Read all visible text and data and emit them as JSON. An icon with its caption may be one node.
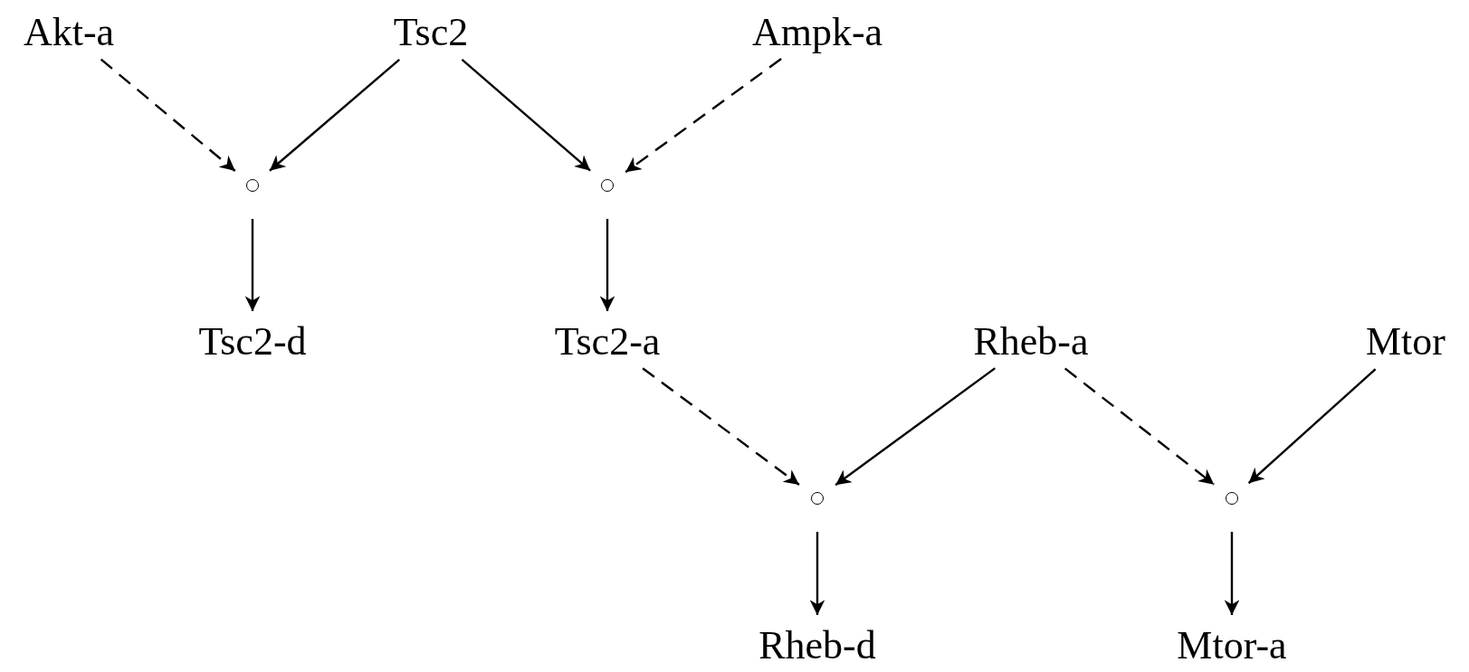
{
  "diagram": {
    "nodes": [
      {
        "text": [
          "Akt-a"
        ]
      },
      {
        "text": [
          "Tsc2"
        ]
      },
      {
        "text": [
          "Ampk-a"
        ]
      },
      {
        "text": [],
        "shape": "circle"
      },
      {
        "text": [],
        "shape": "circle"
      },
      {
        "text": [
          "Tsc2-d"
        ]
      },
      {
        "text": [
          "Tsc2-a"
        ]
      },
      {
        "text": [
          "Rheb-a"
        ]
      },
      {
        "text": [
          "Mtor"
        ]
      },
      {
        "text": [],
        "shape": "circle"
      },
      {
        "text": [],
        "shape": "circle"
      },
      {
        "text": [
          "Rheb-d"
        ]
      },
      {
        "text": [
          "Mtor-a"
        ]
      }
    ],
    "edges": [
      {
        "from": 0,
        "to": 3,
        "arrow": "to",
        "style": "dashed"
      },
      {
        "from": 1,
        "to": 3,
        "arrow": "to"
      },
      {
        "from": 1,
        "to": 4,
        "arrow": "to"
      },
      {
        "from": 2,
        "to": 4,
        "arrow": "to",
        "style": "dashed"
      },
      {
        "from": 3,
        "to": 5,
        "arrow": "to"
      },
      {
        "from": 4,
        "to": 6,
        "arrow": "to"
      },
      {
        "from": 6,
        "to": 9,
        "arrow": "to",
        "style": "dashed"
      },
      {
        "from": 7,
        "to": 9,
        "arrow": "to"
      },
      {
        "from": 7,
        "to": 10,
        "arrow": "to",
        "style": "dashed"
      },
      {
        "from": 8,
        "to": 10,
        "arrow": "to"
      },
      {
        "from": 9,
        "to": 11,
        "arrow": "to"
      },
      {
        "from": 10,
        "to": 12,
        "arrow": "to"
      }
    ]
  }
}
